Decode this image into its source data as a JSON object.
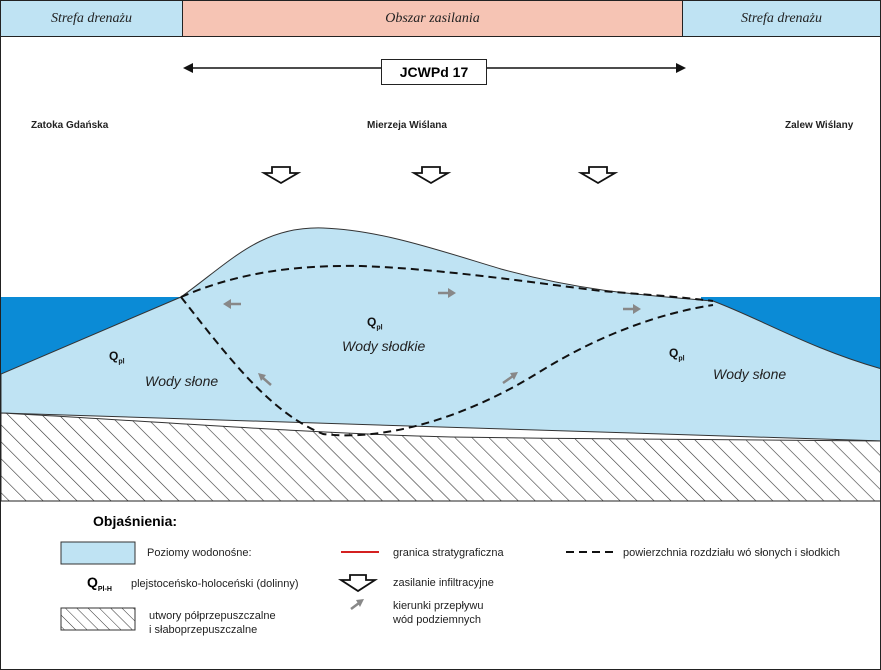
{
  "zones": {
    "left": "Strefa drenażu",
    "middle": "Obszar zasilania",
    "right": "Strefa drenażu"
  },
  "jcwpd_label": "JCWPd 17",
  "places": {
    "left": "Zatoka Gdańska",
    "middle": "Mierzeja Wiślana",
    "right": "Zalew Wiślany"
  },
  "aquifer_symbol": "Q",
  "aquifer_symbol_sub": "pl",
  "waters": {
    "salty_left": "Wody słone",
    "fresh": "Wody słodkie",
    "salty_right": "Wody słone"
  },
  "legend": {
    "title": "Objaśnienia:",
    "aquifers": "Poziomy wodonośne:",
    "q_symbol": "Q",
    "q_sub": "Pl-H",
    "q_desc": "plejstoceńsko-holoceński (dolinny)",
    "impermeable_line1": "utwory półprzepuszczalne",
    "impermeable_line2": "i słaboprzepuszczalne",
    "boundary": "granica stratygraficzna",
    "infiltration": "zasilanie infiltracyjne",
    "flow_line1": "kierunki przepływu",
    "flow_line2": "wód podziemnych",
    "interface": "powierzchnia rozdziału wó słonych i słodkich"
  },
  "colors": {
    "sea": "#0b8bd6",
    "aquifer": "#bfe3f3",
    "drainage_zone": "#bfe3f3",
    "recharge_zone": "#f6c4b4",
    "boundary_line": "#d42020",
    "flow_arrow": "#888888"
  }
}
